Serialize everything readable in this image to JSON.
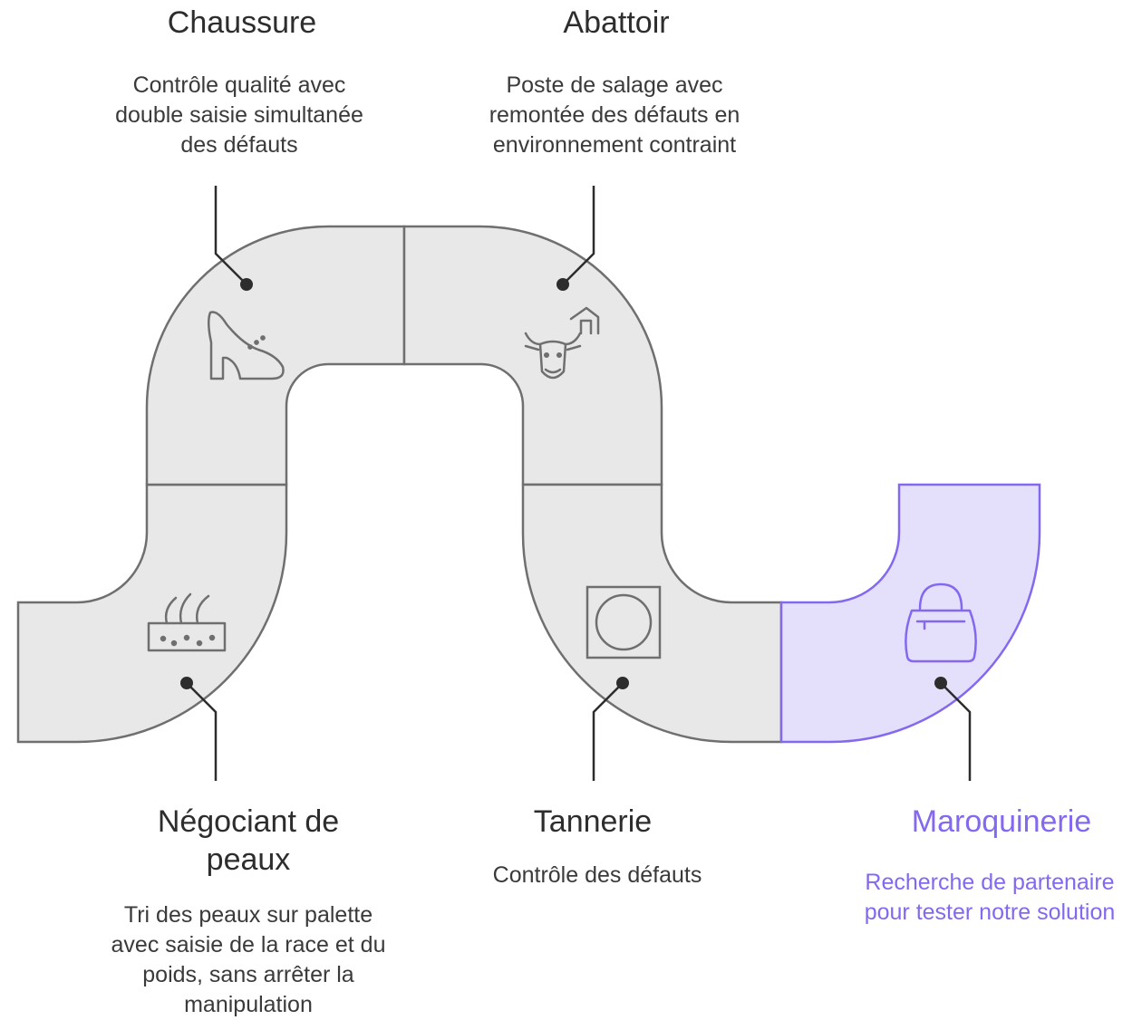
{
  "stages": [
    {
      "id": "chaussure",
      "title": "Chaussure",
      "description": "Contrôle qualité avec\ndouble saisie simultanée\ndes défauts",
      "icon": "high-heel-shoe-icon"
    },
    {
      "id": "abattoir",
      "title": "Abattoir",
      "description": "Poste de salage avec\nremontée des défauts en\nenvironnement contraint",
      "icon": "cow-slaughterhouse-icon"
    },
    {
      "id": "negociant",
      "title": "Négociant de\npeaux",
      "description": "Tri des peaux sur palette\navec saisie de la race et du\npoids, sans arrêter la\nmanipulation",
      "icon": "skin-hair-layer-icon"
    },
    {
      "id": "tannerie",
      "title": "Tannerie",
      "description": "Contrôle des défauts",
      "icon": "drum-square-icon"
    },
    {
      "id": "maroquinerie",
      "title": "Maroquinerie",
      "description": "Recherche de partenaire\npour tester notre solution",
      "icon": "handbag-icon"
    }
  ],
  "colors": {
    "segment_fill": "#e8e8e8",
    "segment_stroke": "#6f6f6f",
    "accent_fill": "#e4e0fb",
    "accent_stroke": "#8468f0",
    "text": "#2d2d2d"
  }
}
